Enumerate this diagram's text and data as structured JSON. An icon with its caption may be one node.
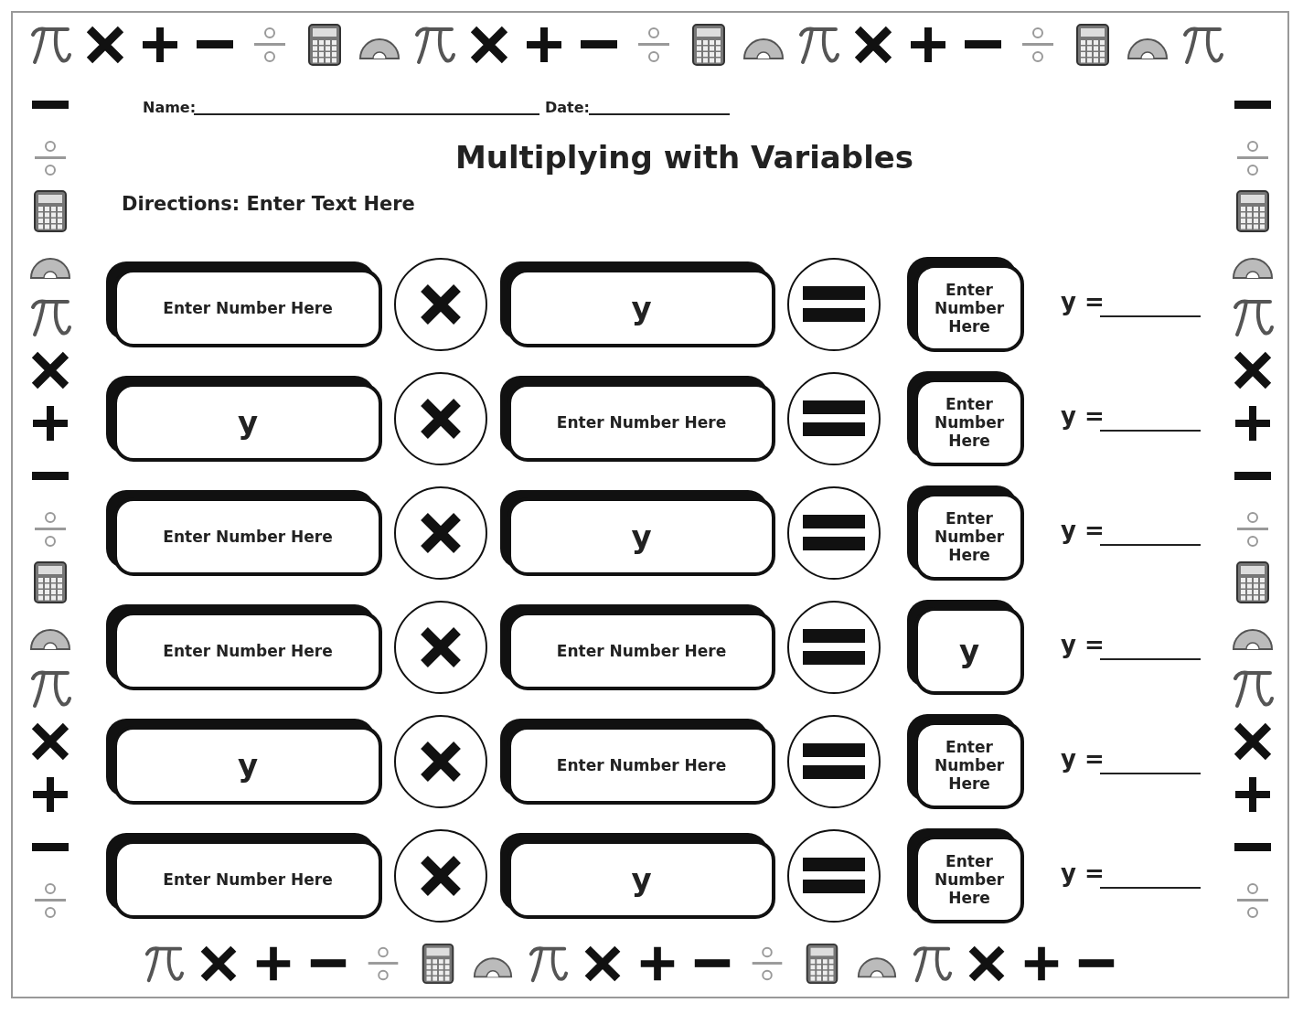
{
  "diagram": {
    "title": "Multiplying with Variables",
    "nodes": [
      {
        "text": [
          "Enter Number Here"
        ]
      },
      {
        "text": [
          "y"
        ]
      },
      {
        "text": [
          "Enter Number Here"
        ]
      },
      {
        "text": [
          "y"
        ]
      },
      {
        "text": [
          "Enter Number Here"
        ]
      },
      {
        "text": [
          "Enter Number Here"
        ]
      },
      {
        "text": [
          "Enter Number Here"
        ]
      },
      {
        "text": [
          "y"
        ]
      },
      {
        "text": [
          "Enter Number Here"
        ]
      },
      {
        "text": [
          "Enter Number Here"
        ]
      },
      {
        "text": [
          "Enter Number Here"
        ]
      },
      {
        "text": [
          "y"
        ]
      },
      {
        "text": [
          "y"
        ]
      },
      {
        "text": [
          "Enter Number Here"
        ]
      },
      {
        "text": [
          "Enter Number Here"
        ]
      },
      {
        "text": [
          "Enter Number Here"
        ]
      },
      {
        "text": [
          "y"
        ]
      },
      {
        "text": [
          "Enter Number Here"
        ]
      }
    ],
    "labels": [
      "Name:",
      "Date:",
      "Directions: Enter Text Here",
      "y =",
      "y =",
      "y =",
      "y =",
      "y =",
      "y ="
    ]
  }
}
